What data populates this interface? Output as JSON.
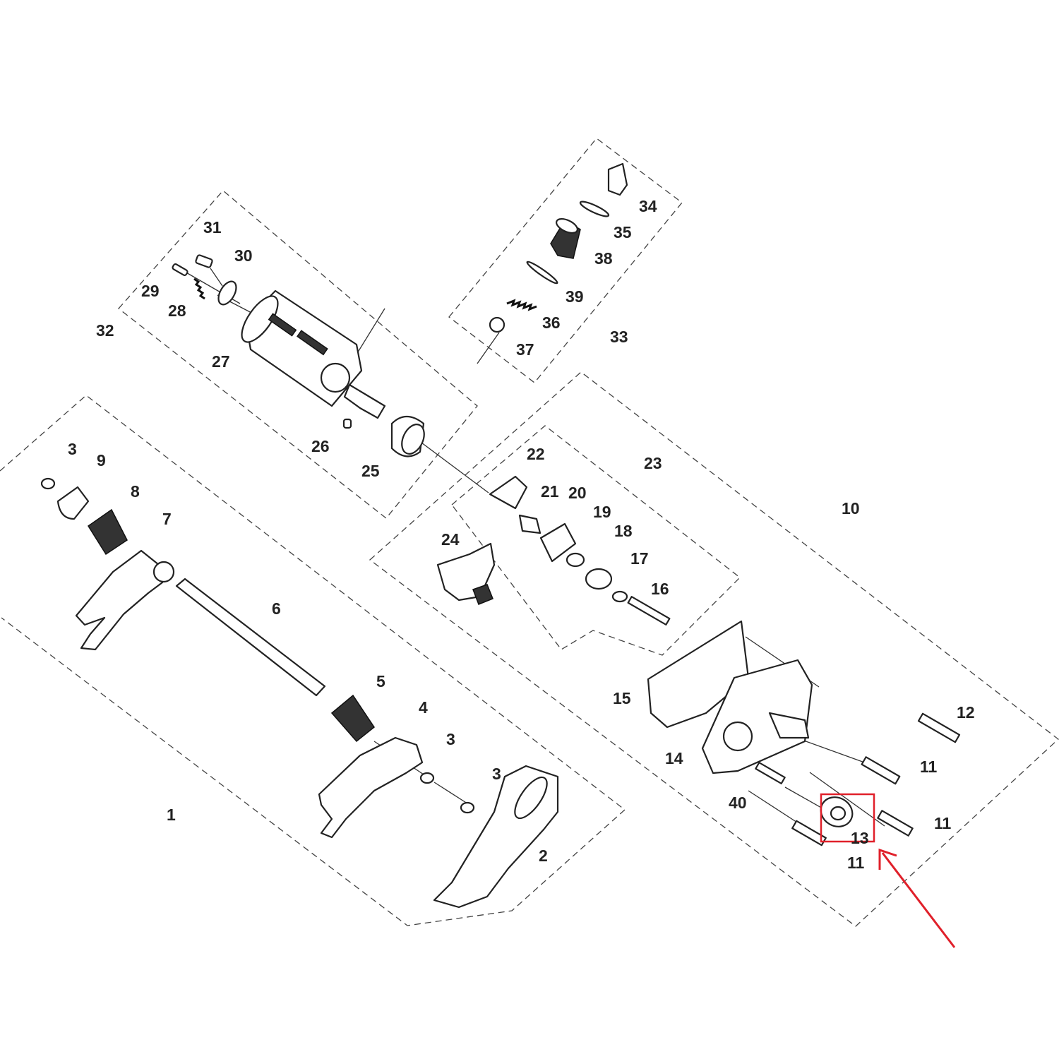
{
  "labels": {
    "l1": "1",
    "l2": "2",
    "l3a": "3",
    "l3b": "3",
    "l3c": "3",
    "l4": "4",
    "l5": "5",
    "l6": "6",
    "l7": "7",
    "l8": "8",
    "l9": "9",
    "l10": "10",
    "l11a": "11",
    "l11b": "11",
    "l11c": "11",
    "l12": "12",
    "l13": "13",
    "l14": "14",
    "l15": "15",
    "l16": "16",
    "l17": "17",
    "l18": "18",
    "l19": "19",
    "l20": "20",
    "l21": "21",
    "l22": "22",
    "l23": "23",
    "l24": "24",
    "l25": "25",
    "l26": "26",
    "l27": "27",
    "l28": "28",
    "l29": "29",
    "l30": "30",
    "l31": "31",
    "l32": "32",
    "l33": "33",
    "l34": "34",
    "l35": "35",
    "l36": "36",
    "l37": "37",
    "l38": "38",
    "l39": "39",
    "l40": "40"
  },
  "highlight": {
    "part": "13",
    "box_color": "#e0202a",
    "arrow_color": "#e0202a"
  }
}
